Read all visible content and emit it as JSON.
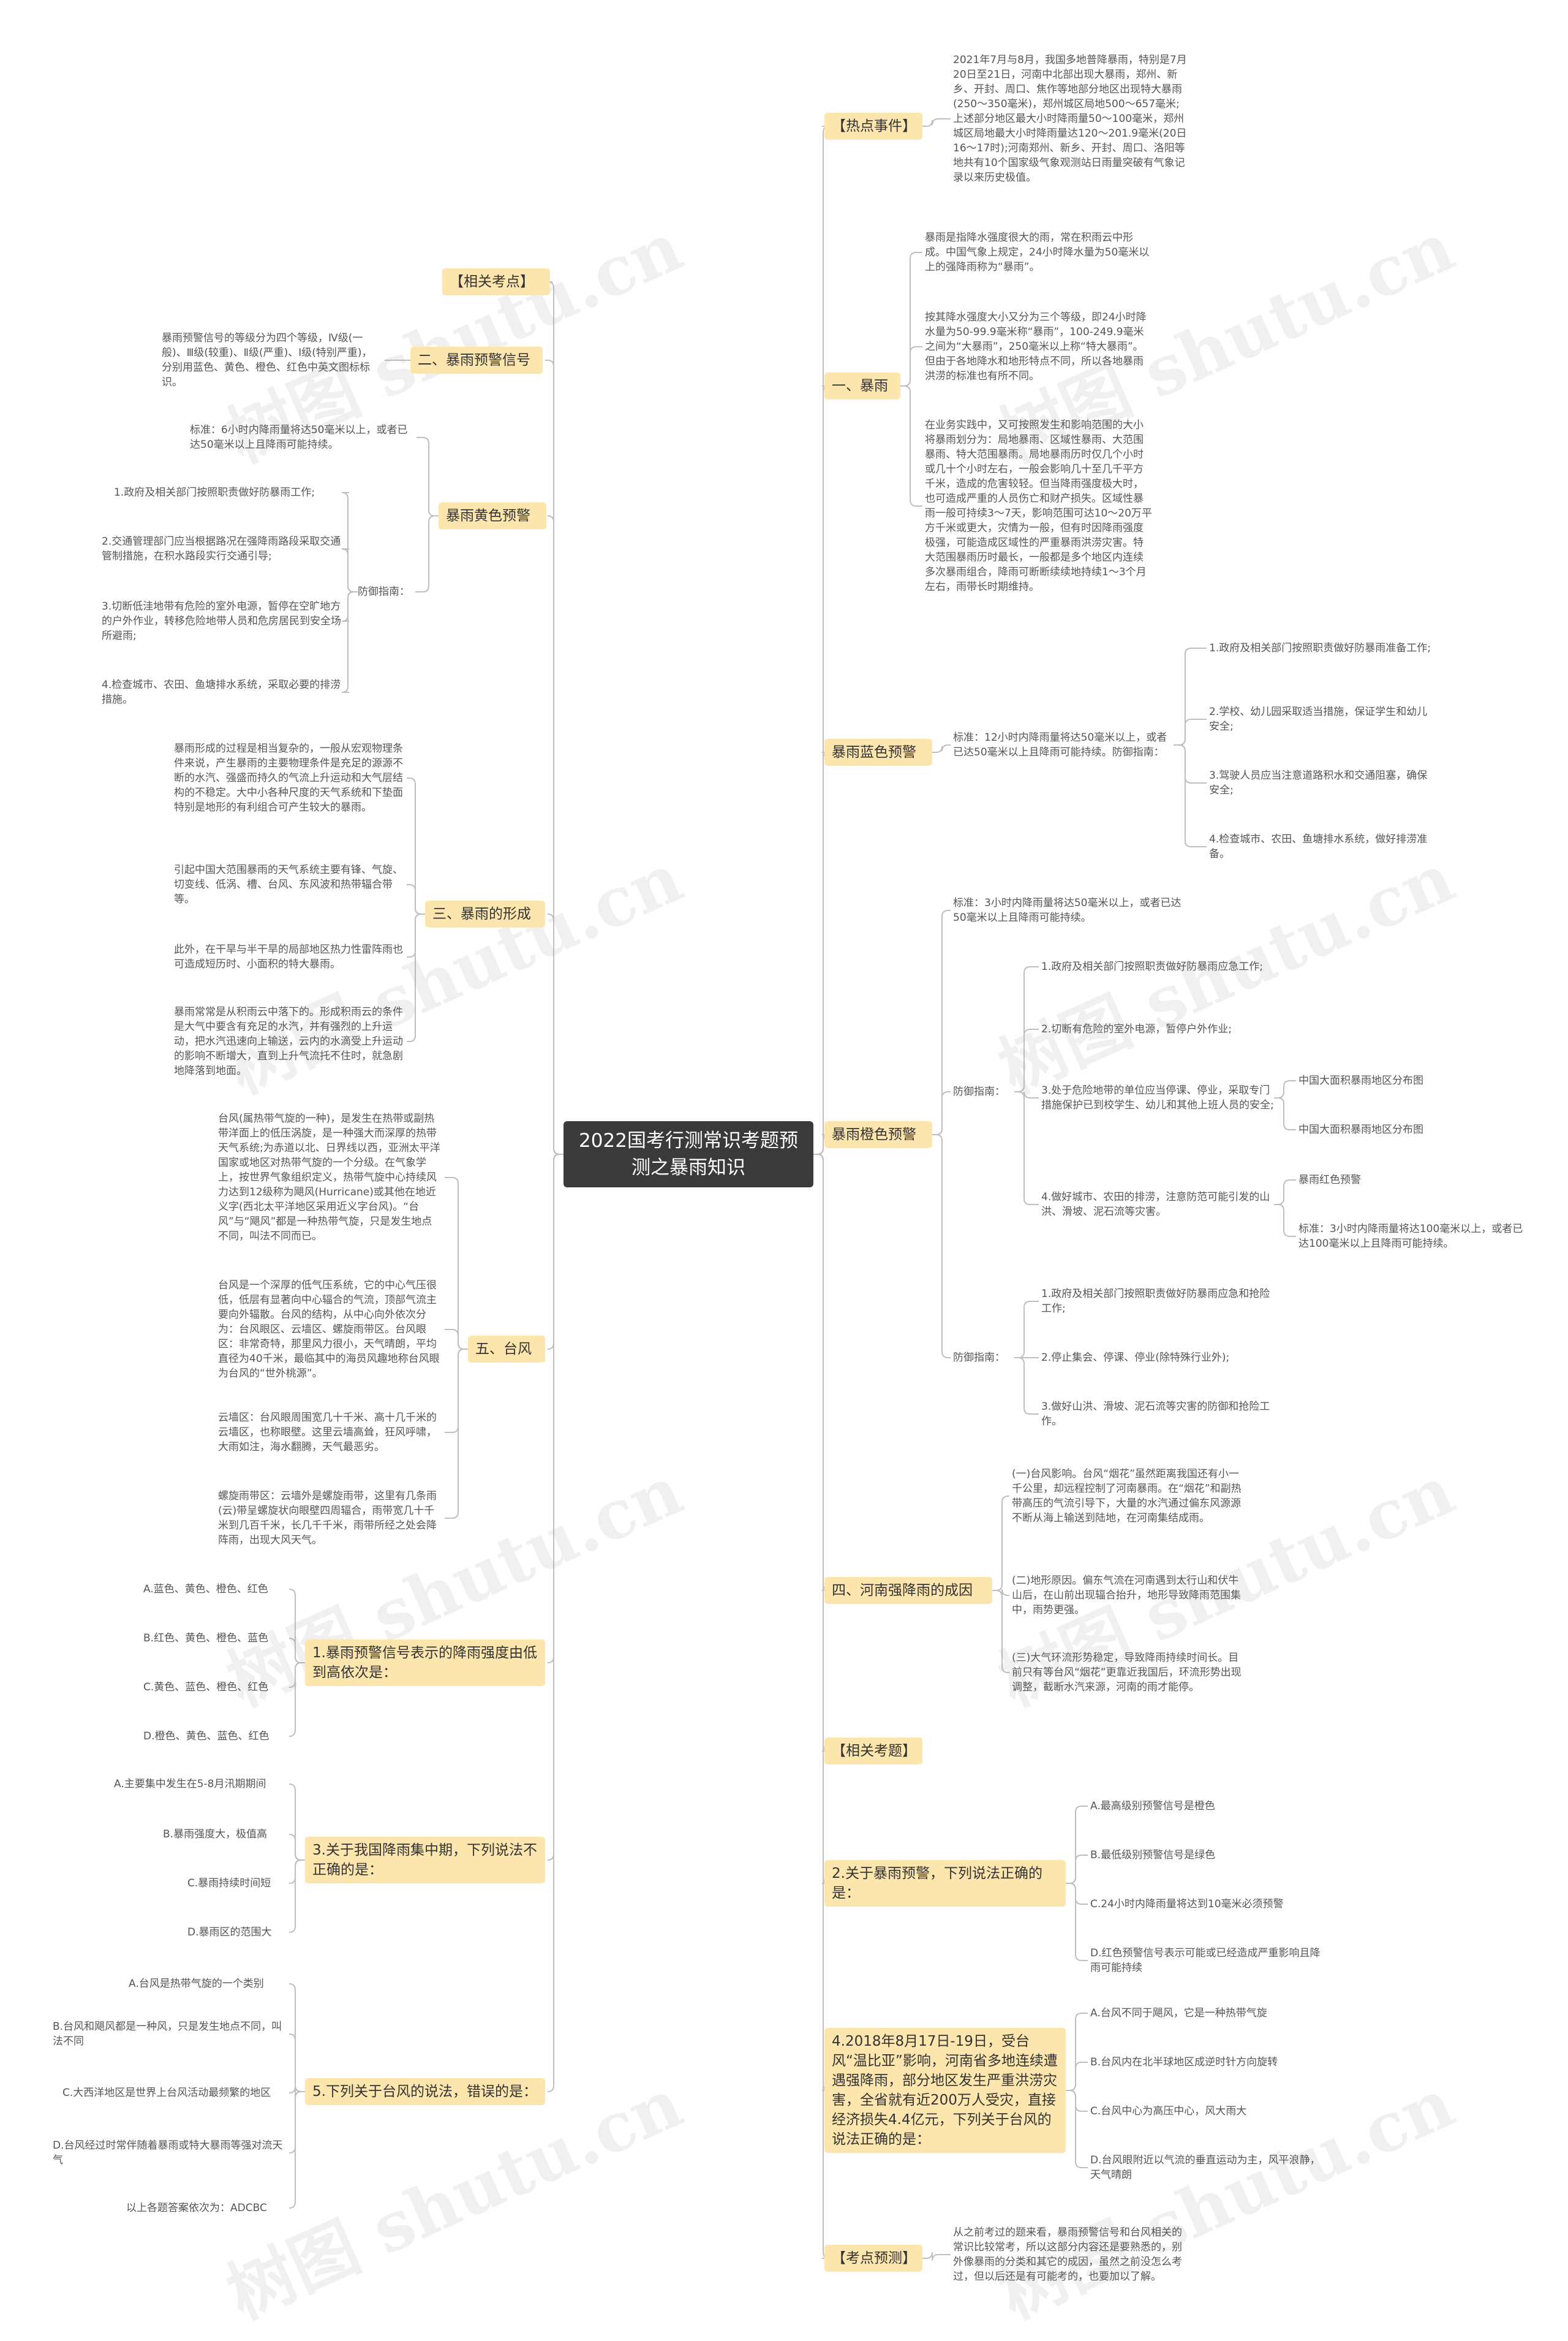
{
  "root": "2022国考行测常识考题预测之暴雨知识",
  "watermark": "树图 shutu.cn",
  "colors": {
    "branch_bg": "#fde6ae",
    "root_bg": "#3a3a3a",
    "line": "#bfbfbf"
  },
  "left": {
    "related_points": "【相关考点】",
    "signal": {
      "label": "二、暴雨预警信号",
      "text": "暴雨预警信号的等级分为四个等级，Ⅳ级(一般)、Ⅲ级(较重)、Ⅱ级(严重)、Ⅰ级(特别严重)，分别用蓝色、黄色、橙色、红色中英文图标标识。"
    },
    "yellow": {
      "label": "暴雨黄色预警",
      "standard": "标准：6小时内降雨量将达50毫米以上，或者已达50毫米以上且降雨可能持续。",
      "guide_label": "防御指南：",
      "guide": [
        "1.政府及相关部门按照职责做好防暴雨工作;",
        "2.交通管理部门应当根据路况在强降雨路段采取交通管制措施，在积水路段实行交通引导;",
        "3.切断低洼地带有危险的室外电源，暂停在空旷地方的户外作业，转移危险地带人员和危房居民到安全场所避雨;",
        "4.检查城市、农田、鱼塘排水系统，采取必要的排涝措施。"
      ]
    },
    "formation": {
      "label": "三、暴雨的形成",
      "texts": [
        "暴雨形成的过程是相当复杂的，一般从宏观物理条件来说，产生暴雨的主要物理条件是充足的源源不断的水汽、强盛而持久的气流上升运动和大气层结构的不稳定。大中小各种尺度的天气系统和下垫面特别是地形的有利组合可产生较大的暴雨。",
        "引起中国大范围暴雨的天气系统主要有锋、气旋、切变线、低涡、槽、台风、东风波和热带辐合带等。",
        "此外，在干旱与半干旱的局部地区热力性雷阵雨也可造成短历时、小面积的特大暴雨。",
        "暴雨常常是从积雨云中落下的。形成积雨云的条件是大气中要含有充足的水汽，并有强烈的上升运动，把水汽迅速向上输送，云内的水滴受上升运动的影响不断增大，直到上升气流托不住时，就急剧地降落到地面。"
      ]
    },
    "typhoon": {
      "label": "五、台风",
      "texts": [
        "台风(属热带气旋的一种)，是发生在热带或副热带洋面上的低压涡旋，是一种强大而深厚的热带天气系统;为赤道以北、日界线以西，亚洲太平洋国家或地区对热带气旋的一个分级。在气象学上，按世界气象组织定义，热带气旋中心持续风力达到12级称为飓风(Hurricane)或其他在地近义字(西北太平洋地区采用近义字台风)。“台风”与“飓风”都是一种热带气旋，只是发生地点不同，叫法不同而已。",
        "台风是一个深厚的低气压系统，它的中心气压很低，低层有显著向中心辐合的气流，顶部气流主要向外辐散。台风的结构，从中心向外依次分为：台风眼区、云墙区、螺旋雨带区。台风眼区：非常奇特，那里风力很小，天气晴朗，平均直径为40千米，最临其中的海员风趣地称台风眼为台风的“世外桃源”。",
        "云墙区：台风眼周围宽几十千米、高十几千米的云墙区，也称眼壁。这里云墙高耸，狂风呼啸，大雨如注，海水翻腾，天气最恶劣。",
        "螺旋雨带区：云墙外是螺旋雨带，这里有几条雨(云)带呈螺旋状向眼壁四周辐合，雨带宽几十千米到几百千米，长几千千米，雨带所经之处会降阵雨，出现大风天气。"
      ]
    },
    "q1": {
      "label": "1.暴雨预警信号表示的降雨强度由低到高依次是：",
      "options": [
        "A.蓝色、黄色、橙色、红色",
        "B.红色、黄色、橙色、蓝色",
        "C.黄色、蓝色、橙色、红色",
        "D.橙色、黄色、蓝色、红色"
      ]
    },
    "q3": {
      "label": "3.关于我国降雨集中期，下列说法不正确的是：",
      "options": [
        "A.主要集中发生在5-8月汛期期间",
        "B.暴雨强度大，极值高",
        "C.暴雨持续时间短",
        "D.暴雨区的范围大"
      ]
    },
    "q5": {
      "label": "5.下列关于台风的说法，错误的是：",
      "options": [
        "A.台风是热带气旋的一个类别",
        "B.台风和飓风都是一种风，只是发生地点不同，叫法不同",
        "C.大西洋地区是世界上台风活动最频繁的地区",
        "D.台风经过时常伴随着暴雨或特大暴雨等强对流天气",
        "以上各题答案依次为：ADCBC"
      ]
    }
  },
  "right": {
    "hot": {
      "label": "【热点事件】",
      "text": "2021年7月与8月，我国多地普降暴雨，特别是7月20日至21日，河南中北部出现大暴雨，郑州、新乡、开封、周口、焦作等地部分地区出现特大暴雨(250～350毫米)，郑州城区局地500～657毫米;上述部分地区最大小时降雨量50～100毫米，郑州城区局地最大小时降雨量达120～201.9毫米(20日16～17时);河南郑州、新乡、开封、周口、洛阳等地共有10个国家级气象观测站日雨量突破有气象记录以来历史极值。"
    },
    "rainstorm": {
      "label": "一、暴雨",
      "texts": [
        "暴雨是指降水强度很大的雨，常在积雨云中形成。中国气象上规定，24小时降水量为50毫米以上的强降雨称为“暴雨”。",
        "按其降水强度大小又分为三个等级，即24小时降水量为50-99.9毫米称“暴雨”，100-249.9毫米之间为“大暴雨”，250毫米以上称“特大暴雨”。但由于各地降水和地形特点不同，所以各地暴雨洪涝的标准也有所不同。",
        "在业务实践中，又可按照发生和影响范围的大小将暴雨划分为：局地暴雨、区域性暴雨、大范围暴雨、特大范围暴雨。局地暴雨历时仅几个小时或几十个小时左右，一般会影响几十至几千平方千米，造成的危害较轻。但当降雨强度极大时，也可造成严重的人员伤亡和财产损失。区域性暴雨一般可持续3～7天，影响范围可达10～20万平方千米或更大，灾情为一般，但有时因降雨强度极强，可能造成区域性的严重暴雨洪涝灾害。特大范围暴雨历时最长，一般都是多个地区内连续多次暴雨组合，降雨可断断续续地持续1～3个月左右，雨带长时期维持。"
      ]
    },
    "blue": {
      "label": "暴雨蓝色预警",
      "standard": "标准：12小时内降雨量将达50毫米以上，或者已达50毫米以上且降雨可能持续。防御指南：",
      "guide": [
        "1.政府及相关部门按照职责做好防暴雨准备工作;",
        "2.学校、幼儿园采取适当措施，保证学生和幼儿安全;",
        "3.驾驶人员应当注意道路积水和交通阻塞，确保安全;",
        "4.检查城市、农田、鱼塘排水系统，做好排涝准备。"
      ]
    },
    "orange": {
      "label": "暴雨橙色预警",
      "standard": "标准：3小时内降雨量将达50毫米以上，或者已达50毫米以上且降雨可能持续。",
      "guide_label": "防御指南：",
      "guide": [
        "1.政府及相关部门按照职责做好防暴雨应急工作;",
        "2.切断有危险的室外电源，暂停户外作业;",
        "3.处于危险地带的单位应当停课、停业，采取专门措施保护已到校学生、幼儿和其他上班人员的安全;",
        "4.做好城市、农田的排涝，注意防范可能引发的山洪、滑坡、泥石流等灾害。"
      ],
      "map1": "中国大面积暴雨地区分布图",
      "map2": "中国大面积暴雨地区分布图",
      "red_label": "暴雨红色预警",
      "red_standard": "标准：3小时内降雨量将达100毫米以上，或者已达100毫米以上且降雨可能持续。",
      "guide2_label": "防御指南：",
      "guide2": [
        "1.政府及相关部门按照职责做好防暴雨应急和抢险工作;",
        "2.停止集会、停课、停业(除特殊行业外);",
        "3.做好山洪、滑坡、泥石流等灾害的防御和抢险工作。"
      ]
    },
    "henan": {
      "label": "四、河南强降雨的成因",
      "texts": [
        "(一)台风影响。台风“烟花”虽然距离我国还有小一千公里，却远程控制了河南暴雨。在“烟花”和副热带高压的气流引导下，大量的水汽通过偏东风源源不断从海上输送到陆地，在河南集结成雨。",
        "(二)地形原因。偏东气流在河南遇到太行山和伏牛山后，在山前出现辐合抬升，地形导致降雨范围集中，雨势更强。",
        "(三)大气环流形势稳定，导致降雨持续时间长。目前只有等台风“烟花”更靠近我国后，环流形势出现调整，截断水汽来源，河南的雨才能停。"
      ]
    },
    "related_q": "【相关考题】",
    "q2": {
      "label": "2.关于暴雨预警，下列说法正确的是：",
      "options": [
        "A.最高级别预警信号是橙色",
        "B.最低级别预警信号是绿色",
        "C.24小时内降雨量将达到10毫米必须预警",
        "D.红色预警信号表示可能或已经造成严重影响且降雨可能持续"
      ]
    },
    "q4": {
      "label": "4.2018年8月17日-19日，受台风“温比亚”影响，河南省多地连续遭遇强降雨，部分地区发生严重洪涝灾害，全省就有近200万人受灾，直接经济损失4.4亿元，下列关于台风的说法正确的是：",
      "options": [
        "A.台风不同于飓风，它是一种热带气旋",
        "B.台风内在北半球地区成逆时针方向旋转",
        "C.台风中心为高压中心，风大雨大",
        "D.台风眼附近以气流的垂直运动为主，风平浪静，天气晴朗"
      ]
    },
    "forecast": {
      "label": "【考点预测】",
      "text": "从之前考过的题来看，暴雨预警信号和台风相关的常识比较常考，所以这部分内容还是要熟悉的，别外像暴雨的分类和其它的成因，虽然之前没怎么考过，但以后还是有可能考的，也要加以了解。"
    }
  }
}
